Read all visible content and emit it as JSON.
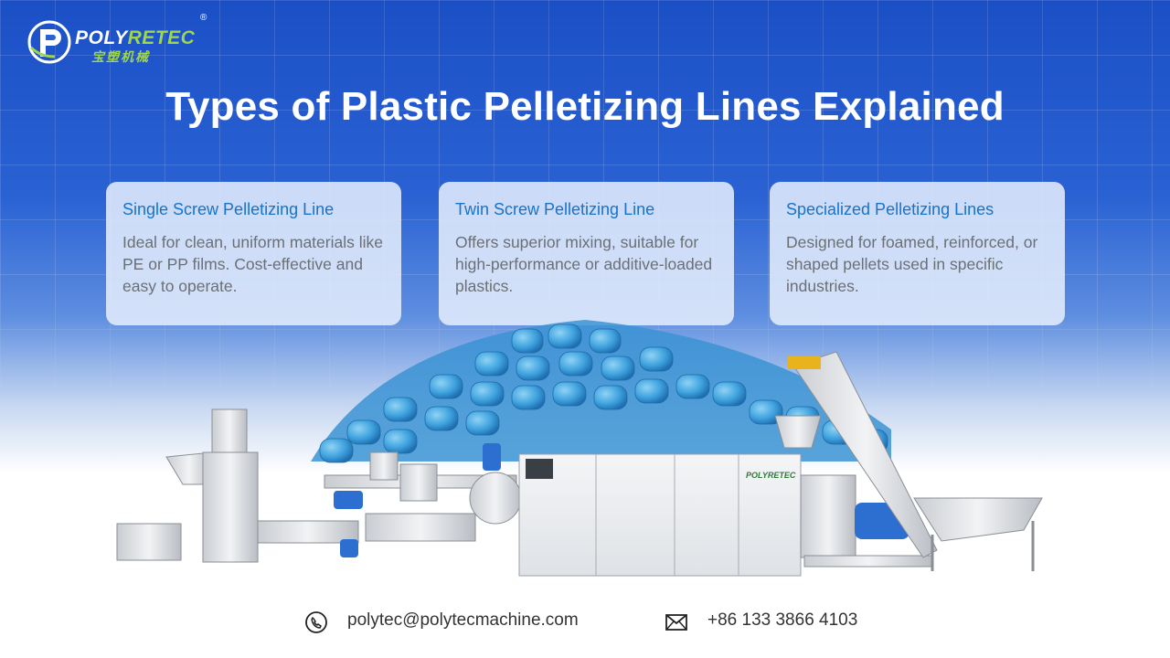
{
  "brand": {
    "name_a": "POLY",
    "name_b": "RETEC",
    "subtitle": "宝塑机械",
    "reg": "®",
    "plate": "POLYRETEC"
  },
  "title": "Types of Plastic Pelletizing Lines Explained",
  "cards": [
    {
      "heading": "Single Screw Pelletizing Line",
      "body": "Ideal for clean, uniform materials like PE or PP films. Cost-effective and easy to operate."
    },
    {
      "heading": "Twin Screw Pelletizing Line",
      "body": "Offers superior mixing, suitable for high-performance or additive-loaded plastics."
    },
    {
      "heading": "Specialized Pelletizing Lines",
      "body": "Designed for foamed, reinforced, or shaped pellets used in specific industries."
    }
  ],
  "contact": {
    "email": "polytec@polytecmachine.com",
    "phone": "+86 133 3866 4103"
  },
  "colors": {
    "accent_blue": "#1873c9",
    "brand_green": "#9fd64c",
    "bg_blue": "#1b4fc6"
  }
}
